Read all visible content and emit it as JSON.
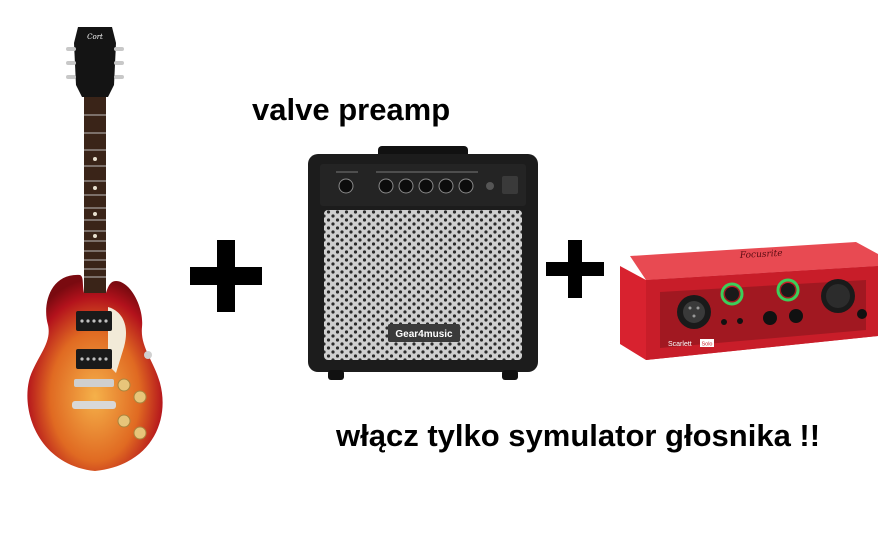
{
  "captions": {
    "preamp": "valve preamp",
    "note": "włącz tylko symulator głosnika !!"
  },
  "products": {
    "guitar_headstock_logo": "Cort",
    "amp_brand": "Gear4music",
    "interface_brand": "Focusrite",
    "interface_model": "Scarlett",
    "interface_model_suffix": "Solo"
  },
  "icons": {
    "plus_1": "plus-icon",
    "plus_2": "plus-icon"
  },
  "colors": {
    "text": "#000000",
    "background": "#ffffff",
    "guitar_sunburst_center": "#f2a23a",
    "guitar_sunburst_edge": "#b3121c",
    "amp_body": "#1c1c1c",
    "amp_grille": "#b8b8b8",
    "interface_red": "#d8222f"
  }
}
